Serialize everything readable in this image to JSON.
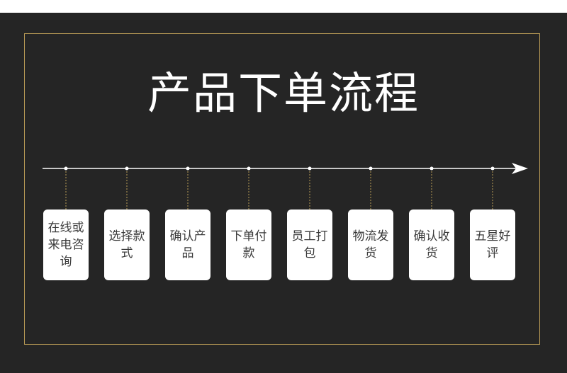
{
  "title": "产品下单流程",
  "steps": [
    {
      "label": "在线或来电咨询"
    },
    {
      "label": "选择款式"
    },
    {
      "label": "确认产品"
    },
    {
      "label": "下单付款"
    },
    {
      "label": "员工打包"
    },
    {
      "label": "物流发货"
    },
    {
      "label": "确认收货"
    },
    {
      "label": "五星好评"
    }
  ],
  "colors": {
    "background": "#252525",
    "frame": "#b89a55",
    "connector": "#b89a55",
    "text": "#ffffff",
    "card": "#ffffff",
    "card_text": "#3a3a3a"
  }
}
